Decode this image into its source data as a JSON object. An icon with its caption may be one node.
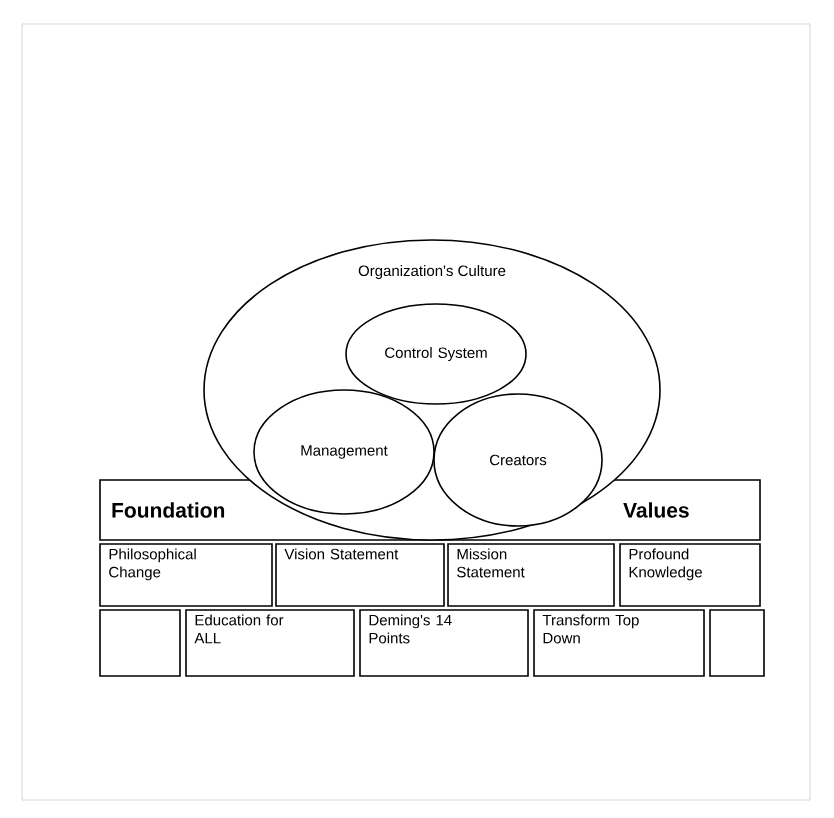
{
  "diagram": {
    "nodes": [
      {
        "text": [
          "Organization's Culture"
        ]
      },
      {
        "text": [
          "Control System"
        ],
        "in": 0
      },
      {
        "text": [
          "Management"
        ],
        "in": 0
      },
      {
        "text": [
          "Creators"
        ],
        "in": 0
      },
      {
        "text": [
          "Foundation",
          "Values"
        ]
      },
      {
        "text": [
          "Philosophical Change"
        ]
      },
      {
        "text": [
          "Vision Statement"
        ]
      },
      {
        "text": [
          "Mission Statement"
        ]
      },
      {
        "text": [
          "Profound Knowledge"
        ]
      },
      {
        "text": [],
        "shape": "box"
      },
      {
        "text": [
          "Education for ALL"
        ]
      },
      {
        "text": [
          "Deming's 14 Points"
        ]
      },
      {
        "text": [
          "Transform Top Down"
        ]
      },
      {
        "text": [],
        "shape": "box"
      }
    ]
  }
}
